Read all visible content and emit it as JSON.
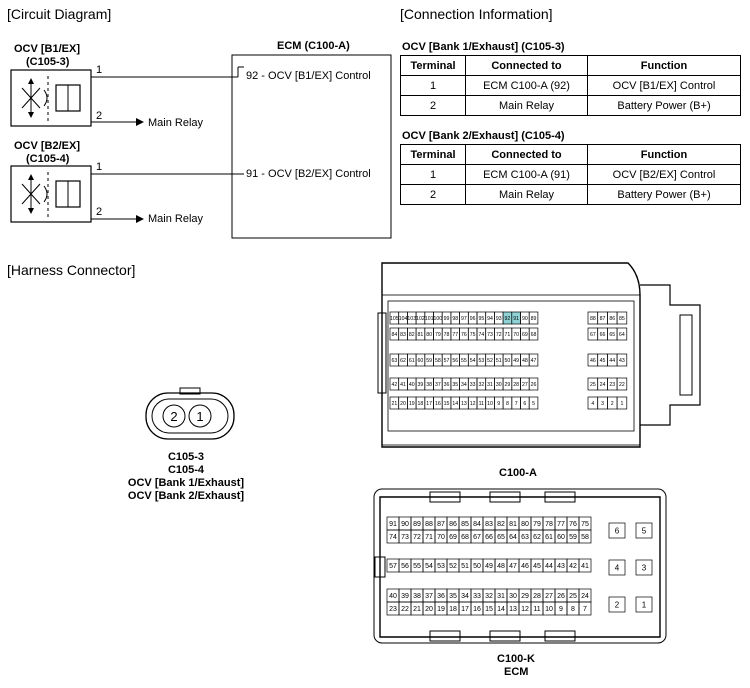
{
  "circuit": {
    "title": "[Circuit Diagram]",
    "ocv1": {
      "name": "OCV [B1/EX]",
      "connector": "(C105-3)"
    },
    "ocv2": {
      "name": "OCV [B2/EX]",
      "connector": "(C105-4)"
    },
    "pin1": "1",
    "pin2": "2",
    "main_relay": "Main Relay",
    "ecm_title": "ECM (C100-A)",
    "ecm_pin92": "92 - OCV [B1/EX] Control",
    "ecm_pin91": "91 - OCV [B2/EX] Control"
  },
  "connection": {
    "title": "[Connection Information]",
    "headers": [
      "Terminal",
      "Connected to",
      "Function"
    ],
    "tables": [
      {
        "caption": "OCV [Bank 1/Exhaust] (C105-3)",
        "rows": [
          [
            "1",
            "ECM C100-A (92)",
            "OCV [B1/EX] Control"
          ],
          [
            "2",
            "Main Relay",
            "Battery Power (B+)"
          ]
        ]
      },
      {
        "caption": "OCV [Bank 2/Exhaust] (C105-4)",
        "rows": [
          [
            "1",
            "ECM C100-A (91)",
            "OCV [B2/EX] Control"
          ],
          [
            "2",
            "Main Relay",
            "Battery Power (B+)"
          ]
        ]
      }
    ]
  },
  "harness": {
    "title": "[Harness Connector]",
    "ocv_connector": {
      "pins": [
        "2",
        "1"
      ],
      "labels": [
        "C105-3",
        "C105-4",
        "OCV [Bank 1/Exhaust]",
        "OCV [Bank 2/Exhaust]"
      ]
    },
    "c100a": {
      "label": "C100-A",
      "highlight": [
        "92",
        "91"
      ],
      "highlight_color": "#8fd3d6",
      "rows": [
        {
          "main": [
            "105",
            "104",
            "103",
            "102",
            "101",
            "100",
            "99",
            "98",
            "97",
            "96",
            "95",
            "94",
            "93",
            "92",
            "91",
            "90",
            "89"
          ],
          "side": [
            "88",
            "87",
            "86",
            "85"
          ]
        },
        {
          "main": [
            "84",
            "83",
            "82",
            "81",
            "80",
            "79",
            "78",
            "77",
            "76",
            "75",
            "74",
            "73",
            "72",
            "71",
            "70",
            "69",
            "68"
          ],
          "side": [
            "67",
            "66",
            "65",
            "64"
          ]
        },
        {
          "main": [
            "63",
            "62",
            "61",
            "60",
            "59",
            "58",
            "57",
            "56",
            "55",
            "54",
            "53",
            "52",
            "51",
            "50",
            "49",
            "48",
            "47"
          ],
          "side": [
            "46",
            "45",
            "44",
            "43"
          ]
        },
        {
          "main": [
            "42",
            "41",
            "40",
            "39",
            "38",
            "37",
            "36",
            "35",
            "34",
            "33",
            "32",
            "31",
            "30",
            "29",
            "28",
            "27",
            "26"
          ],
          "side": [
            "25",
            "24",
            "23",
            "22"
          ]
        },
        {
          "main": [
            "21",
            "20",
            "19",
            "18",
            "17",
            "16",
            "15",
            "14",
            "13",
            "12",
            "11",
            "10",
            "9",
            "8",
            "7",
            "6",
            "5"
          ],
          "side": [
            "4",
            "3",
            "2",
            "1"
          ]
        }
      ]
    },
    "c100k": {
      "label": "C100-K",
      "sublabel": "ECM",
      "rows": [
        [
          "91",
          "90",
          "89",
          "88",
          "87",
          "86",
          "85",
          "84",
          "83",
          "82",
          "81",
          "80",
          "79",
          "78",
          "77",
          "76",
          "75"
        ],
        [
          "74",
          "73",
          "72",
          "71",
          "70",
          "69",
          "68",
          "67",
          "66",
          "65",
          "64",
          "63",
          "62",
          "61",
          "60",
          "59",
          "58"
        ],
        [
          "57",
          "56",
          "55",
          "54",
          "53",
          "52",
          "51",
          "50",
          "49",
          "48",
          "47",
          "46",
          "45",
          "44",
          "43",
          "42",
          "41"
        ],
        [
          "40",
          "39",
          "38",
          "37",
          "36",
          "35",
          "34",
          "33",
          "32",
          "31",
          "30",
          "29",
          "28",
          "27",
          "26",
          "25",
          "24"
        ],
        [
          "23",
          "22",
          "21",
          "20",
          "19",
          "18",
          "17",
          "16",
          "15",
          "14",
          "13",
          "12",
          "11",
          "10",
          "9",
          "8",
          "7"
        ]
      ],
      "side_pins": [
        [
          "6",
          "5"
        ],
        [
          "4",
          "3"
        ],
        [
          "2",
          "1"
        ]
      ]
    }
  }
}
